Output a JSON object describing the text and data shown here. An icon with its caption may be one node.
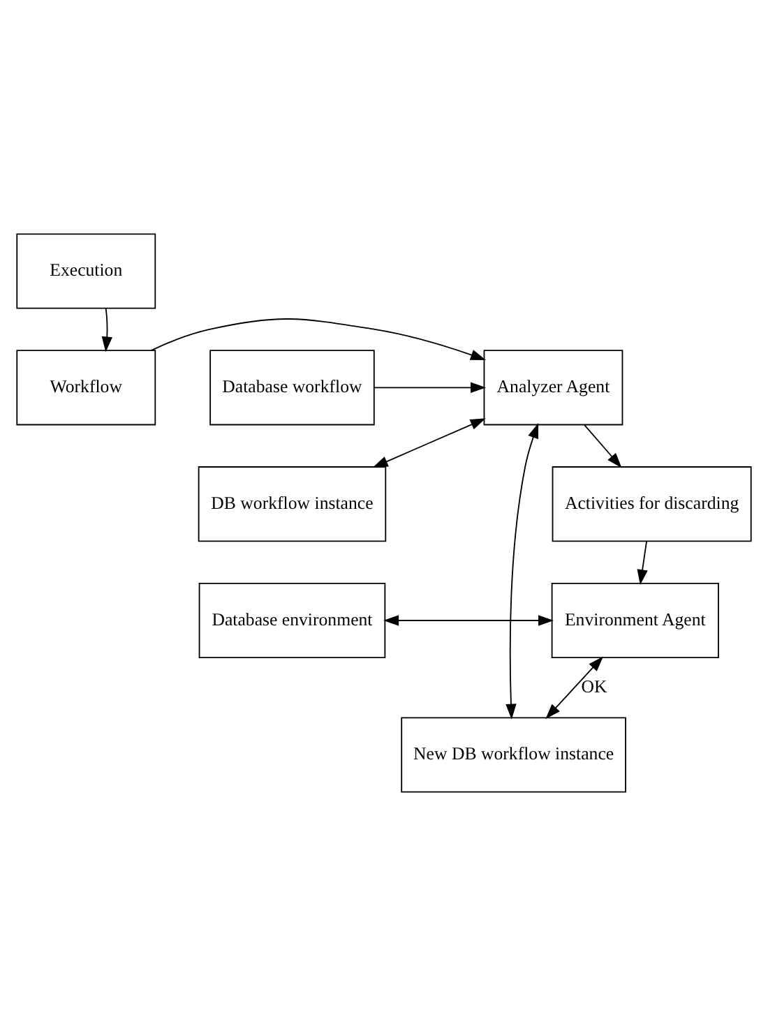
{
  "diagram": {
    "nodes": [
      {
        "text": [
          "Execution"
        ]
      },
      {
        "text": [
          "Workflow"
        ]
      },
      {
        "text": [
          "Analyzer Agent"
        ]
      },
      {
        "text": [
          "Database workflow"
        ]
      },
      {
        "text": [
          "Activities for discarding"
        ]
      },
      {
        "text": [
          "DB workflow instance"
        ]
      },
      {
        "text": [
          "Database environment"
        ]
      },
      {
        "text": [
          "Environment Agent"
        ]
      },
      {
        "text": [
          "New DB workflow instance"
        ]
      }
    ],
    "edges": [
      {
        "from": 0,
        "to": 1,
        "arrow": "to"
      },
      {
        "from": 1,
        "to": 2,
        "arrow": "to"
      },
      {
        "from": 3,
        "to": 2,
        "arrow": "to"
      },
      {
        "from": 5,
        "to": 2,
        "arrow": "both"
      },
      {
        "from": 2,
        "to": 4,
        "arrow": "to"
      },
      {
        "from": 2,
        "to": 8,
        "arrow": "both"
      },
      {
        "from": 4,
        "to": 7,
        "arrow": "to"
      },
      {
        "from": 6,
        "to": 7,
        "arrow": "both"
      },
      {
        "from": 7,
        "to": 8,
        "arrow": "both",
        "label": "OK"
      }
    ]
  }
}
